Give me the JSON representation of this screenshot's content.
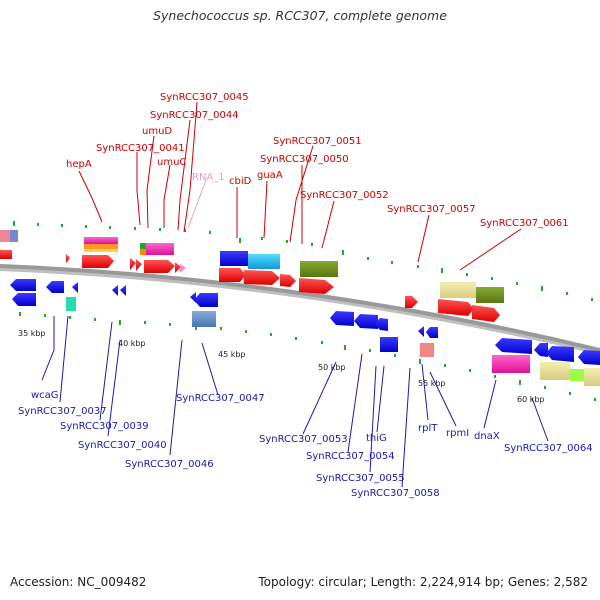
{
  "title": "Synechococcus sp. RCC307, complete genome",
  "footer": {
    "accession": "Accession: NC_009482",
    "topology": "Topology: circular; Length: 2,224,914 bp; Genes: 2,582"
  },
  "kbp_labels": [
    "35 kbp",
    "40 kbp",
    "45 kbp",
    "50 kbp",
    "55 kbp",
    "60 kbp"
  ],
  "top_labels": [
    "hepA",
    "umuD",
    "SynRCC307_0041",
    "umuC",
    "SynRCC307_0044",
    "SynRCC307_0045",
    "RNA_1",
    "cbiD",
    "guaA",
    "SynRCC307_0050",
    "SynRCC307_0051",
    "SynRCC307_0052",
    "SynRCC307_0057",
    "SynRCC307_0061"
  ],
  "bottom_labels": [
    "wcaG",
    "SynRCC307_0037",
    "SynRCC307_0039",
    "SynRCC307_0040",
    "SynRCC307_0046",
    "SynRCC307_0047",
    "SynRCC307_0053",
    "SynRCC307_0054",
    "thiG",
    "SynRCC307_0055",
    "SynRCC307_0058",
    "rplT",
    "rpmI",
    "dnaX",
    "SynRCC307_0064"
  ],
  "colors": {
    "forward_gene": "#ff1010",
    "reverse_gene": "#1010e0",
    "backbone": "#888888",
    "tick": "#22aa22"
  }
}
